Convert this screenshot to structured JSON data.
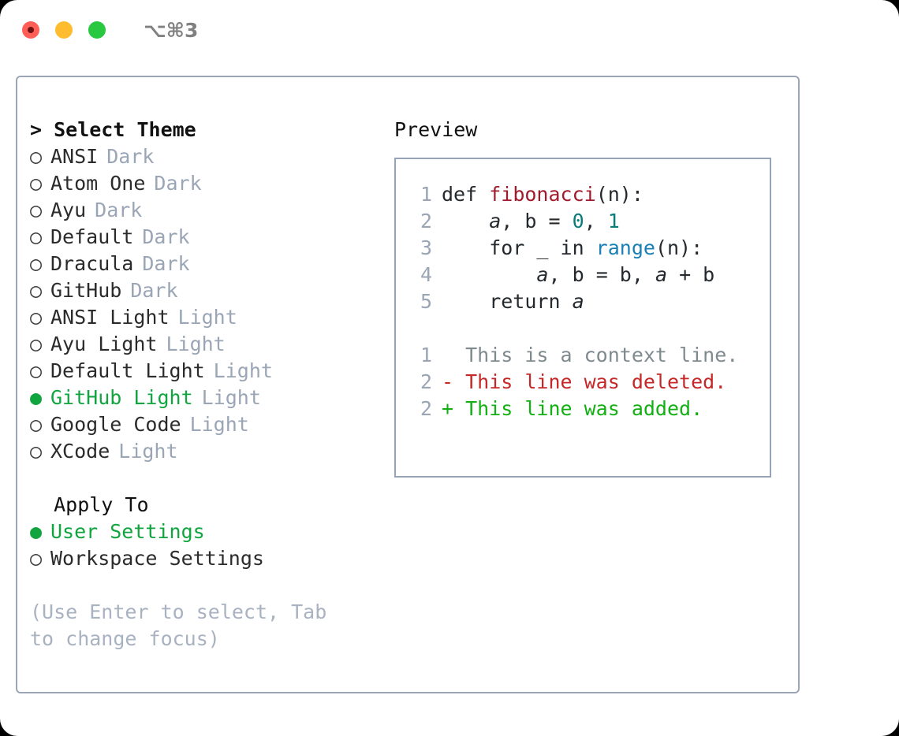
{
  "titlebar": {
    "shortcut": "⌥⌘3",
    "lights": [
      "close",
      "minimize",
      "zoom"
    ]
  },
  "theme_picker": {
    "header": "> Select Theme",
    "items": [
      {
        "marker": "○",
        "label": "ANSI",
        "badge": "Dark",
        "selected": false
      },
      {
        "marker": "○",
        "label": "Atom One",
        "badge": "Dark",
        "selected": false
      },
      {
        "marker": "○",
        "label": "Ayu",
        "badge": "Dark",
        "selected": false
      },
      {
        "marker": "○",
        "label": "Default",
        "badge": "Dark",
        "selected": false
      },
      {
        "marker": "○",
        "label": "Dracula",
        "badge": "Dark",
        "selected": false
      },
      {
        "marker": "○",
        "label": "GitHub",
        "badge": "Dark",
        "selected": false
      },
      {
        "marker": "○",
        "label": "ANSI Light",
        "badge": "Light",
        "selected": false
      },
      {
        "marker": "○",
        "label": "Ayu Light",
        "badge": "Light",
        "selected": false
      },
      {
        "marker": "○",
        "label": "Default Light",
        "badge": "Light",
        "selected": false
      },
      {
        "marker": "●",
        "label": "GitHub Light",
        "badge": "Light",
        "selected": true
      },
      {
        "marker": "○",
        "label": "Google Code",
        "badge": "Light",
        "selected": false
      },
      {
        "marker": "○",
        "label": "XCode",
        "badge": "Light",
        "selected": false
      }
    ]
  },
  "apply_to": {
    "header": "  Apply To",
    "items": [
      {
        "marker": "●",
        "label": "User Settings",
        "selected": true
      },
      {
        "marker": "○",
        "label": "Workspace Settings",
        "selected": false
      }
    ]
  },
  "hint": "(Use Enter to select, Tab to change focus)",
  "preview": {
    "label": "Preview",
    "code_lines": [
      {
        "n": "1",
        "parts": [
          {
            "t": "def ",
            "c": "plain"
          },
          {
            "t": "fibonacci",
            "c": "fn"
          },
          {
            "t": "(n):",
            "c": "plain"
          }
        ]
      },
      {
        "n": "2",
        "parts": [
          {
            "t": "    ",
            "c": "plain"
          },
          {
            "t": "a",
            "c": "var"
          },
          {
            "t": ", b = ",
            "c": "plain"
          },
          {
            "t": "0",
            "c": "num"
          },
          {
            "t": ", ",
            "c": "plain"
          },
          {
            "t": "1",
            "c": "num"
          }
        ]
      },
      {
        "n": "3",
        "parts": [
          {
            "t": "    for _ in ",
            "c": "plain"
          },
          {
            "t": "range",
            "c": "call"
          },
          {
            "t": "(n):",
            "c": "plain"
          }
        ]
      },
      {
        "n": "4",
        "parts": [
          {
            "t": "        ",
            "c": "plain"
          },
          {
            "t": "a",
            "c": "var"
          },
          {
            "t": ", b = b, ",
            "c": "plain"
          },
          {
            "t": "a",
            "c": "var"
          },
          {
            "t": " + b",
            "c": "plain"
          }
        ]
      },
      {
        "n": "5",
        "parts": [
          {
            "t": "    return ",
            "c": "plain"
          },
          {
            "t": "a",
            "c": "var"
          }
        ]
      }
    ],
    "diff_lines": [
      {
        "n": "1",
        "sign": " ",
        "text": " This is a context line.",
        "kind": "ctx"
      },
      {
        "n": "2",
        "sign": "-",
        "text": " This line was deleted.",
        "kind": "del"
      },
      {
        "n": "2",
        "sign": "+",
        "text": " This line was added.",
        "kind": "add"
      }
    ]
  },
  "colors": {
    "accent_green": "#10a53f",
    "muted": "#9aa5b5",
    "hint": "#a8b2c1",
    "border": "#97a3b6",
    "diff_add": "#13b013",
    "diff_del": "#c62828",
    "code_fn": "#a01c2c",
    "code_num": "#0b7a7a",
    "code_call": "#1a7fb5",
    "light_red": "#ff5f57",
    "light_yellow": "#febc2e",
    "light_green": "#28c840"
  }
}
